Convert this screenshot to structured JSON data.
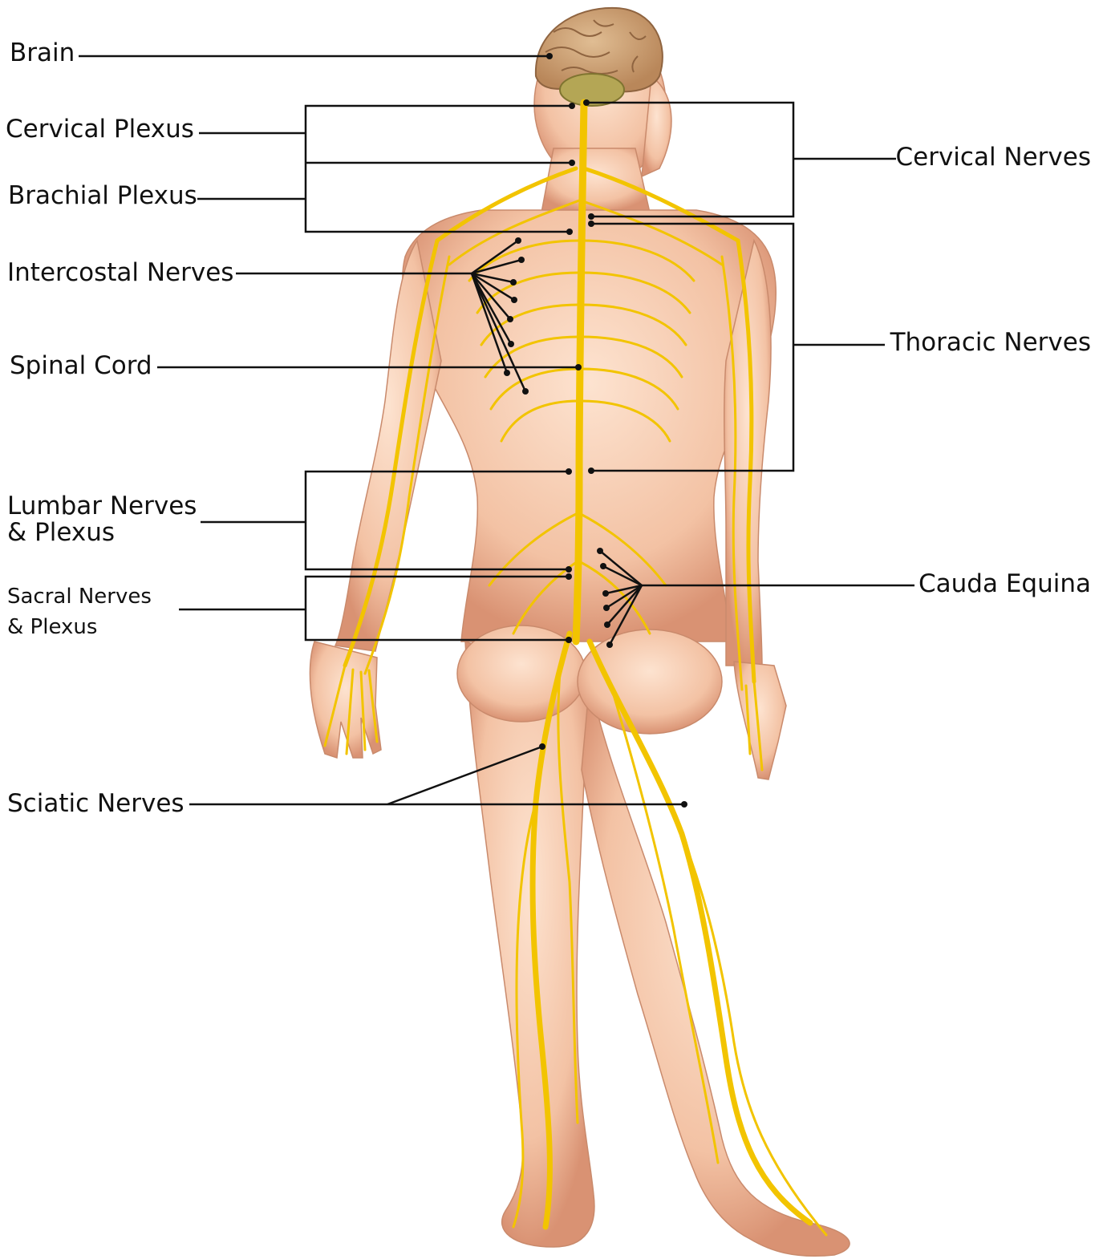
{
  "labels": {
    "brain": "Brain",
    "cervical_plexus": "Cervical Plexus",
    "brachial_plexus": "Brachial Plexus",
    "intercostal_nerves": "Intercostal Nerves",
    "spinal_cord": "Spinal Cord",
    "lumbar_line1": "Lumbar Nerves",
    "lumbar_line2": "& Plexus",
    "sacral_line1": "Sacral Nerves",
    "sacral_line2": "& Plexus",
    "sciatic_nerves": "Sciatic Nerves",
    "cervical_nerves": "Cervical Nerves",
    "thoracic_nerves": "Thoracic Nerves",
    "cauda_equina": "Cauda Equina"
  },
  "colors": {
    "skin": "#f3c9ae",
    "skin_shadow": "#d99878",
    "nerve": "#f2c400",
    "nerve_dark": "#d9a400",
    "brain": "#c9a074",
    "cerebellum": "#b4a655",
    "line": "#111111"
  }
}
